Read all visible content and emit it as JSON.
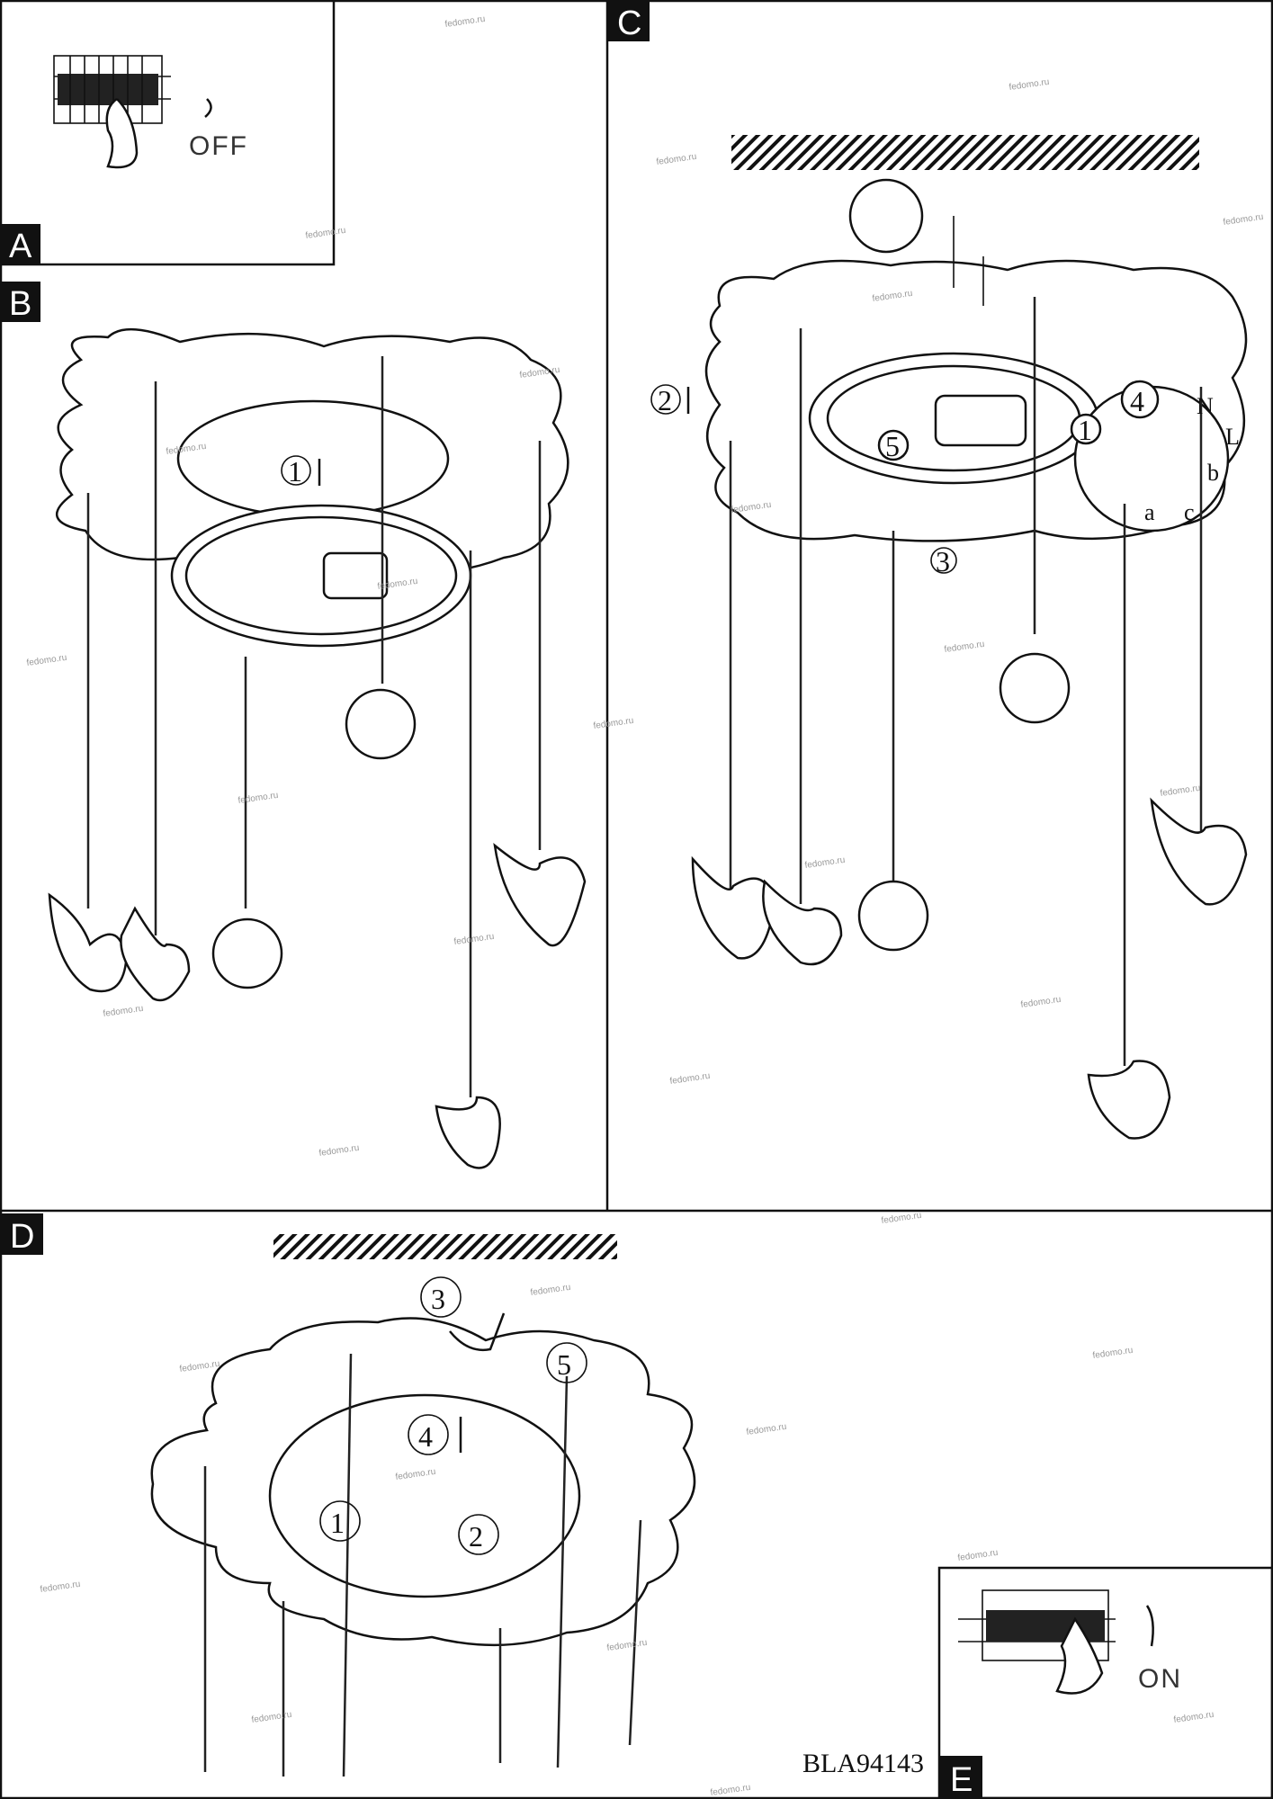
{
  "panels": {
    "a": {
      "label": "A",
      "switch_text": "OFF"
    },
    "b": {
      "label": "B",
      "steps": [
        "1"
      ]
    },
    "c": {
      "label": "C",
      "steps": [
        "2",
        "4",
        "5",
        "1",
        "3"
      ],
      "wire_labels": [
        "N",
        "L",
        "b",
        "a",
        "c"
      ]
    },
    "d": {
      "label": "D",
      "steps": [
        "3",
        "5",
        "4",
        "1",
        "2"
      ]
    },
    "e": {
      "label": "E",
      "switch_text": "ON"
    }
  },
  "product_code": "BLA94143",
  "watermark": "fedomo.ru"
}
